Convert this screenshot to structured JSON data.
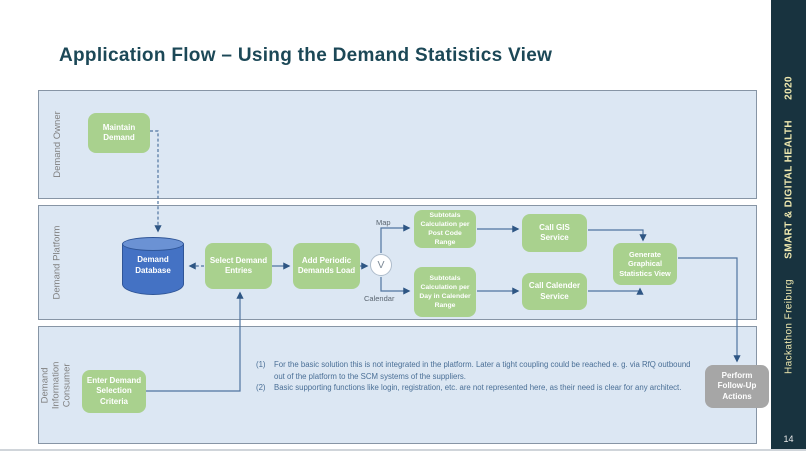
{
  "title": "Application Flow – Using the Demand Statistics View",
  "sidebar": {
    "text_regular": "Hackathon Freiburg",
    "text_bold": "SMART & DIGITAL HEALTH",
    "year": "2020",
    "page_number": "14"
  },
  "lanes": [
    {
      "label": "Demand Owner"
    },
    {
      "label": "Demand Platform"
    },
    {
      "label": "Demand Information Consumer"
    }
  ],
  "nodes": {
    "maintain_demand": "Maintain Demand",
    "demand_database": "Demand Database",
    "select_demand_entries": "Select Demand Entries",
    "add_periodic_demands_load": "Add Periodic Demands Load",
    "subtotals_post_code": "Subtotals Calculation per Post Code Range",
    "call_gis_service": "Call GIS Service",
    "subtotals_day_calender": "Subtotals Calculation per Day in Calender Range",
    "call_calender_service": "Call Calender Service",
    "generate_graphical_statistics_view": "Generate Graphical Statistics View",
    "enter_demand_selection_criteria": "Enter Demand Selection Criteria",
    "perform_follow_up_actions": "Perform Follow-Up Actions"
  },
  "labels": {
    "gateway": "V",
    "map": "Map",
    "calendar": "Calendar"
  },
  "notes": [
    {
      "marker": "(1)",
      "text": "For the basic solution this is not integrated in the platform. Later a tight coupling could be reached e. g. via RfQ outbound out of the platform to the SCM systems of the suppliers."
    },
    {
      "marker": "(2)",
      "text": "Basic supporting functions like login, registration, etc. are not represented here, as their need is clear for any architect."
    }
  ],
  "colors": {
    "title_teal": "#1c4857",
    "lane_fill": "#dce7f3",
    "lane_border": "#8795a5",
    "process_green": "#a9d18e",
    "database_blue": "#4472c4",
    "database_border": "#2f5597",
    "gray_box": "#a6a6a6",
    "connector": "#4f74a0",
    "note_text": "#4a6f96",
    "sidebar_bg": "#18333f",
    "sidebar_text": "#efe9b0"
  }
}
